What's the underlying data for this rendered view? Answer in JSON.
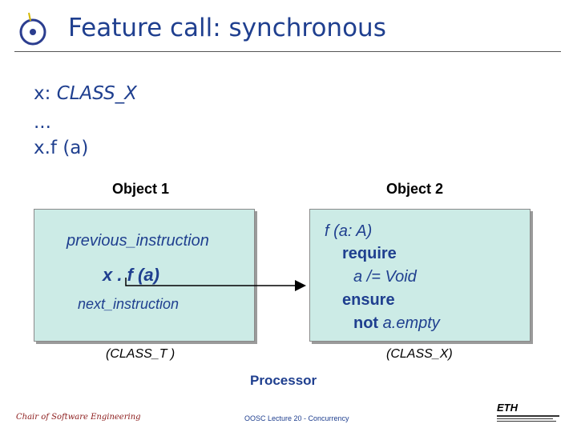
{
  "slide": {
    "title": "Feature call: synchronous"
  },
  "code": {
    "line1_var": "x",
    "line1_rest": ": ",
    "line1_type": "CLASS_X",
    "line2": "...",
    "line3_call": "x.f (a)"
  },
  "diagram": {
    "object1_label": "Object 1",
    "object2_label": "Object 2",
    "left_box": {
      "previous": "previous_instruction",
      "call": "x . f (a)",
      "next": "next_instruction",
      "class_label": "(CLASS_T )"
    },
    "right_box": {
      "signature": "f (a: A)",
      "require_kw": "require",
      "require_expr": "a /= Void",
      "ensure_kw": "ensure",
      "ensure_not": "not",
      "ensure_expr": "a.empty",
      "class_label": "(CLASS_X)"
    },
    "processor_label": "Processor",
    "colors": {
      "box_fill": "#ccebe6",
      "text_blue": "#1f3f8f",
      "processor_blue": "#1f3f8f"
    }
  },
  "footer": {
    "left": "Chair of Software Engineering",
    "middle": "OOSC  Lecture 20 - Concurrency",
    "logo_text": "ETH"
  }
}
